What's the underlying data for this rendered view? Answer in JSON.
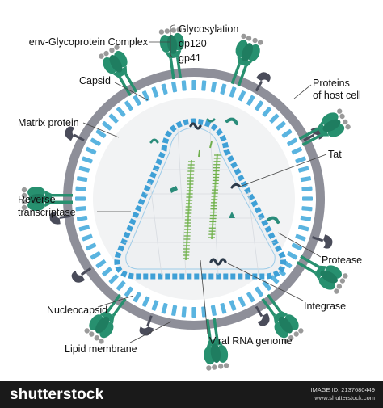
{
  "labels": {
    "env_complex": "env-Glycoprotein Complex",
    "glycosylation": "Glycosylation",
    "gp120": "gp120",
    "gp41": "gp41",
    "capsid": "Capsid",
    "proteins_host_line1": "Proteins",
    "proteins_host_line2": "of host cell",
    "matrix_protein": "Matrix protein",
    "tat": "Tat",
    "reverse_transcriptase_line1": "Reverse",
    "reverse_transcriptase_line2": "transcriptase",
    "protease": "Protease",
    "integrase": "Integrase",
    "nucleocapsid": "Nucleocapsid",
    "lipid_membrane": "Lipid membrane",
    "viral_rna_genome": "Viral RNA genome"
  },
  "footer": {
    "brand": "shutterstock",
    "image_id": "IMAGE ID: 2137680449",
    "site": "www.shutterstock.com"
  },
  "colors": {
    "membrane": "#8e8f99",
    "matrix": "#5ab4e0",
    "capsid_wall": "#3fa0d6",
    "spike": "#27906f",
    "host_protein": "#4a4c5a",
    "enzyme_teal": "#2a8c7a",
    "enzyme_dark": "#2c3a4a",
    "glycan": "#9a9a9a"
  }
}
